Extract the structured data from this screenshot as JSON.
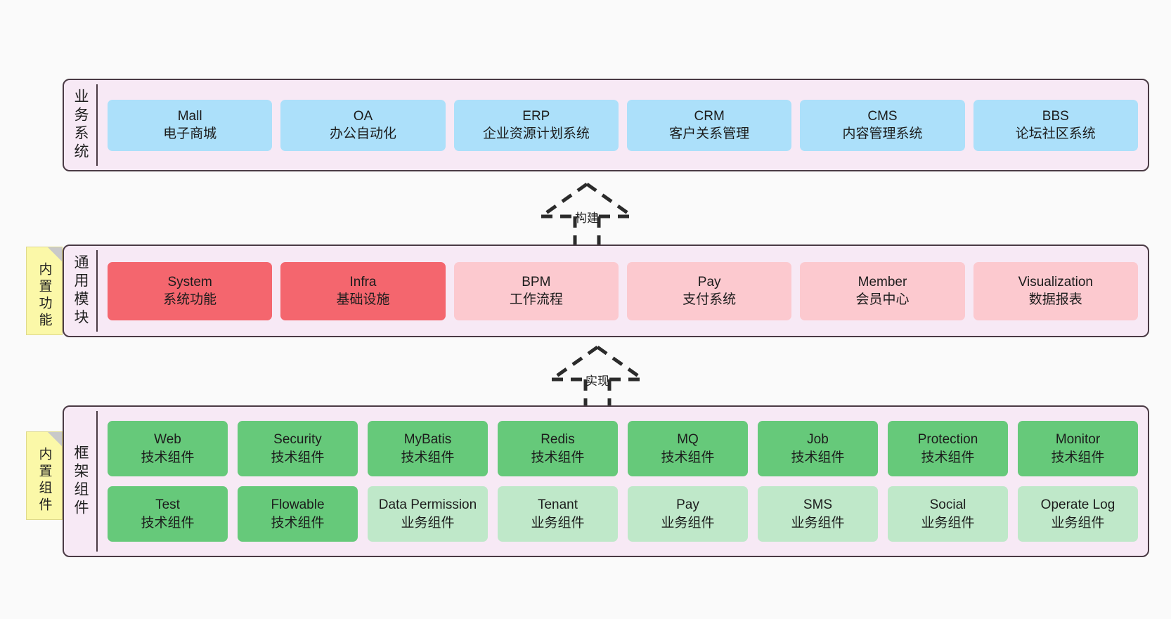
{
  "diagram": {
    "title": "",
    "background_color": "#fafafa",
    "panel_background": "#f7e9f5",
    "panel_border": "#4a3a44"
  },
  "notes": [
    {
      "id": "builtin-functions",
      "label": "内置功能",
      "color": "#fbf8a8"
    },
    {
      "id": "builtin-components",
      "label": "内置组件",
      "color": "#fbf8a8"
    }
  ],
  "connectors": [
    {
      "id": "build",
      "label": "构建",
      "style": "dashed-generalization",
      "direction": "up"
    },
    {
      "id": "implement",
      "label": "实现",
      "style": "dashed-generalization",
      "direction": "up"
    }
  ],
  "layers": [
    {
      "id": "business-system",
      "title": "业务系统",
      "rows": [
        {
          "cards": [
            {
              "en": "Mall",
              "cn": "电子商城",
              "color": "#ace0fa"
            },
            {
              "en": "OA",
              "cn": "办公自动化",
              "color": "#ace0fa"
            },
            {
              "en": "ERP",
              "cn": "企业资源计划系统",
              "color": "#ace0fa"
            },
            {
              "en": "CRM",
              "cn": "客户关系管理",
              "color": "#ace0fa"
            },
            {
              "en": "CMS",
              "cn": "内容管理系统",
              "color": "#ace0fa"
            },
            {
              "en": "BBS",
              "cn": "论坛社区系统",
              "color": "#ace0fa"
            }
          ]
        }
      ]
    },
    {
      "id": "common-modules",
      "title": "通用模块",
      "rows": [
        {
          "cards": [
            {
              "en": "System",
              "cn": "系统功能",
              "color": "#f4666e"
            },
            {
              "en": "Infra",
              "cn": "基础设施",
              "color": "#f4666e"
            },
            {
              "en": "BPM",
              "cn": "工作流程",
              "color": "#fcc9cf"
            },
            {
              "en": "Pay",
              "cn": "支付系统",
              "color": "#fcc9cf"
            },
            {
              "en": "Member",
              "cn": "会员中心",
              "color": "#fcc9cf"
            },
            {
              "en": "Visualization",
              "cn": "数据报表",
              "color": "#fcc9cf"
            }
          ]
        }
      ]
    },
    {
      "id": "framework-components",
      "title": "框架组件",
      "rows": [
        {
          "cards": [
            {
              "en": "Web",
              "cn": "技术组件",
              "color": "#66c97a"
            },
            {
              "en": "Security",
              "cn": "技术组件",
              "color": "#66c97a"
            },
            {
              "en": "MyBatis",
              "cn": "技术组件",
              "color": "#66c97a"
            },
            {
              "en": "Redis",
              "cn": "技术组件",
              "color": "#66c97a"
            },
            {
              "en": "MQ",
              "cn": "技术组件",
              "color": "#66c97a"
            },
            {
              "en": "Job",
              "cn": "技术组件",
              "color": "#66c97a"
            },
            {
              "en": "Protection",
              "cn": "技术组件",
              "color": "#66c97a"
            },
            {
              "en": "Monitor",
              "cn": "技术组件",
              "color": "#66c97a"
            }
          ]
        },
        {
          "cards": [
            {
              "en": "Test",
              "cn": "技术组件",
              "color": "#66c97a"
            },
            {
              "en": "Flowable",
              "cn": "技术组件",
              "color": "#66c97a"
            },
            {
              "en": "Data Permission",
              "cn": "业务组件",
              "color": "#bfe8c9"
            },
            {
              "en": "Tenant",
              "cn": "业务组件",
              "color": "#bfe8c9"
            },
            {
              "en": "Pay",
              "cn": "业务组件",
              "color": "#bfe8c9"
            },
            {
              "en": "SMS",
              "cn": "业务组件",
              "color": "#bfe8c9"
            },
            {
              "en": "Social",
              "cn": "业务组件",
              "color": "#bfe8c9"
            },
            {
              "en": "Operate Log",
              "cn": "业务组件",
              "color": "#bfe8c9"
            }
          ]
        }
      ]
    }
  ]
}
